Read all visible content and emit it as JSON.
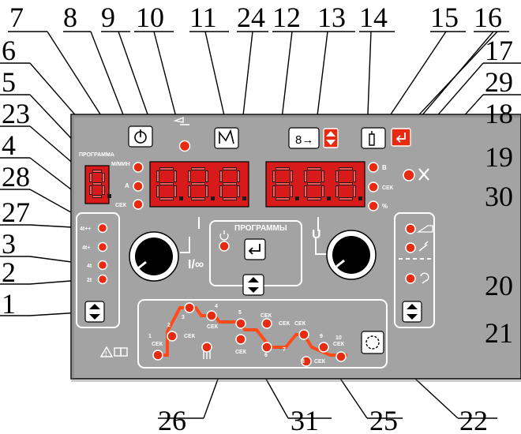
{
  "panel": {
    "program_label": "ПРОГРАММА",
    "unit_mmin": "М/МИН",
    "unit_a": "А",
    "unit_sek_left": "СЕК",
    "unit_v": "В",
    "unit_sek_right": "СЕК",
    "unit_pct": "%",
    "mode_4t_pp": "4t++",
    "mode_4t_p": "4t+",
    "mode_4t": "4t",
    "mode_2t": "2t",
    "programs_button": "ПРОГРАММЫ",
    "mid_left_label": "I/∞",
    "mid_right_label": "U",
    "display_left": "8.8.8.",
    "display_right": "8.8.8.",
    "display_small": "8.",
    "chart_nums": [
      "1",
      "2",
      "3",
      "4",
      "5",
      "6",
      "7",
      "8",
      "9",
      "10"
    ],
    "chart_sek": "СЕК",
    "icon_warning": "warning-book-icon",
    "icon_power": "power-icon",
    "icon_tools": "tools-icon"
  },
  "callouts": {
    "top": [
      "7",
      "8",
      "9",
      "10",
      "11",
      "24",
      "12",
      "13",
      "14",
      "15",
      "16"
    ],
    "left": [
      "6",
      "5",
      "23",
      "4",
      "28",
      "27",
      "3",
      "2",
      "1"
    ],
    "right": [
      "17",
      "29",
      "18",
      "19",
      "30",
      "20",
      "21"
    ],
    "bottom": [
      "26",
      "31",
      "25",
      "22"
    ]
  },
  "colors": {
    "panel": "#a0a0a0",
    "panel_dark": "#3c3c3c",
    "led": "#e82a10",
    "digit_on": "#ff3838"
  }
}
